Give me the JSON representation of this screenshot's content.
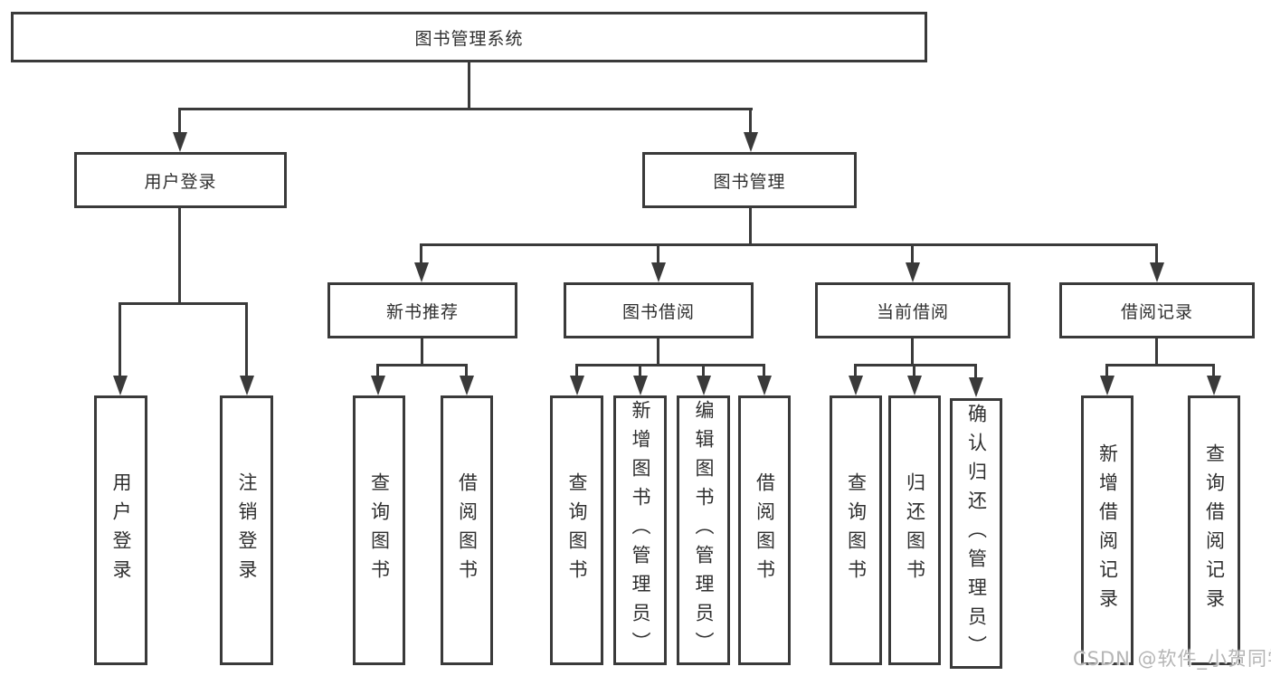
{
  "diagram": {
    "root": {
      "label": "图书管理系统"
    },
    "branches": [
      {
        "label": "用户登录",
        "children": [
          {
            "label": "用户登录"
          },
          {
            "label": "注销登录"
          }
        ]
      },
      {
        "label": "图书管理",
        "children": [
          {
            "label": "新书推荐",
            "children": [
              {
                "label": "查询图书"
              },
              {
                "label": "借阅图书"
              }
            ]
          },
          {
            "label": "图书借阅",
            "children": [
              {
                "label": "查询图书"
              },
              {
                "label": "新增图书（管理员）"
              },
              {
                "label": "编辑图书（管理员）"
              },
              {
                "label": "借阅图书"
              }
            ]
          },
          {
            "label": "当前借阅",
            "children": [
              {
                "label": "查询图书"
              },
              {
                "label": "归还图书"
              },
              {
                "label": "确认归还（管理员）"
              }
            ]
          },
          {
            "label": "借阅记录",
            "children": [
              {
                "label": "新增借阅记录"
              },
              {
                "label": "查询借阅记录"
              }
            ]
          }
        ]
      }
    ]
  },
  "watermark": {
    "text": "CSDN @软件_小贺同学"
  },
  "colors": {
    "line": "#3a3a3a",
    "box_border": "#3a3a3a",
    "text": "#2f2f2f",
    "background": "#ffffff",
    "watermark": "#b5b5b5"
  }
}
